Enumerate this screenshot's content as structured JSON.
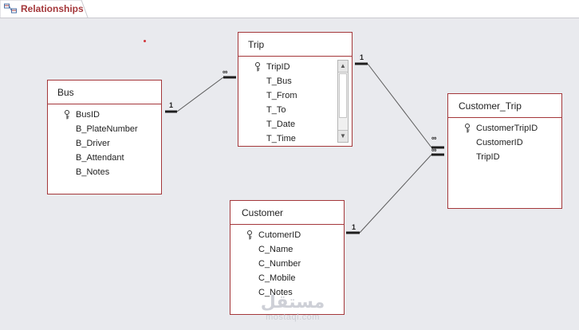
{
  "tab": {
    "label": "Relationships",
    "icon": "relationships-icon"
  },
  "tables": {
    "bus": {
      "title": "Bus",
      "fields": [
        {
          "name": "BusID",
          "key": true
        },
        {
          "name": "B_PlateNumber",
          "key": false
        },
        {
          "name": "B_Driver",
          "key": false
        },
        {
          "name": "B_Attendant",
          "key": false
        },
        {
          "name": "B_Notes",
          "key": false
        }
      ]
    },
    "trip": {
      "title": "Trip",
      "fields": [
        {
          "name": "TripID",
          "key": true
        },
        {
          "name": "T_Bus",
          "key": false
        },
        {
          "name": "T_From",
          "key": false
        },
        {
          "name": "T_To",
          "key": false
        },
        {
          "name": "T_Date",
          "key": false
        },
        {
          "name": "T_Time",
          "key": false
        }
      ]
    },
    "customer": {
      "title": "Customer",
      "fields": [
        {
          "name": "CutomerID",
          "key": true
        },
        {
          "name": "C_Name",
          "key": false
        },
        {
          "name": "C_Number",
          "key": false
        },
        {
          "name": "C_Mobile",
          "key": false
        },
        {
          "name": "C_Notes",
          "key": false
        }
      ]
    },
    "customer_trip": {
      "title": "Customer_Trip",
      "fields": [
        {
          "name": "CustomerTripID",
          "key": true
        },
        {
          "name": "CustomerID",
          "key": false
        },
        {
          "name": "TripID",
          "key": false
        }
      ]
    }
  },
  "relationships": [
    {
      "from": "Bus",
      "to": "Trip",
      "one": "1",
      "many": "∞"
    },
    {
      "from": "Trip",
      "to": "Customer_Trip",
      "one": "1",
      "many": "∞"
    },
    {
      "from": "Customer",
      "to": "Customer_Trip",
      "one": "1",
      "many": "∞"
    }
  ],
  "watermark": {
    "arabic": "مستقل",
    "latin": "mostaql.com"
  },
  "colors": {
    "accent": "#a4373a",
    "background": "#e9eaee"
  }
}
